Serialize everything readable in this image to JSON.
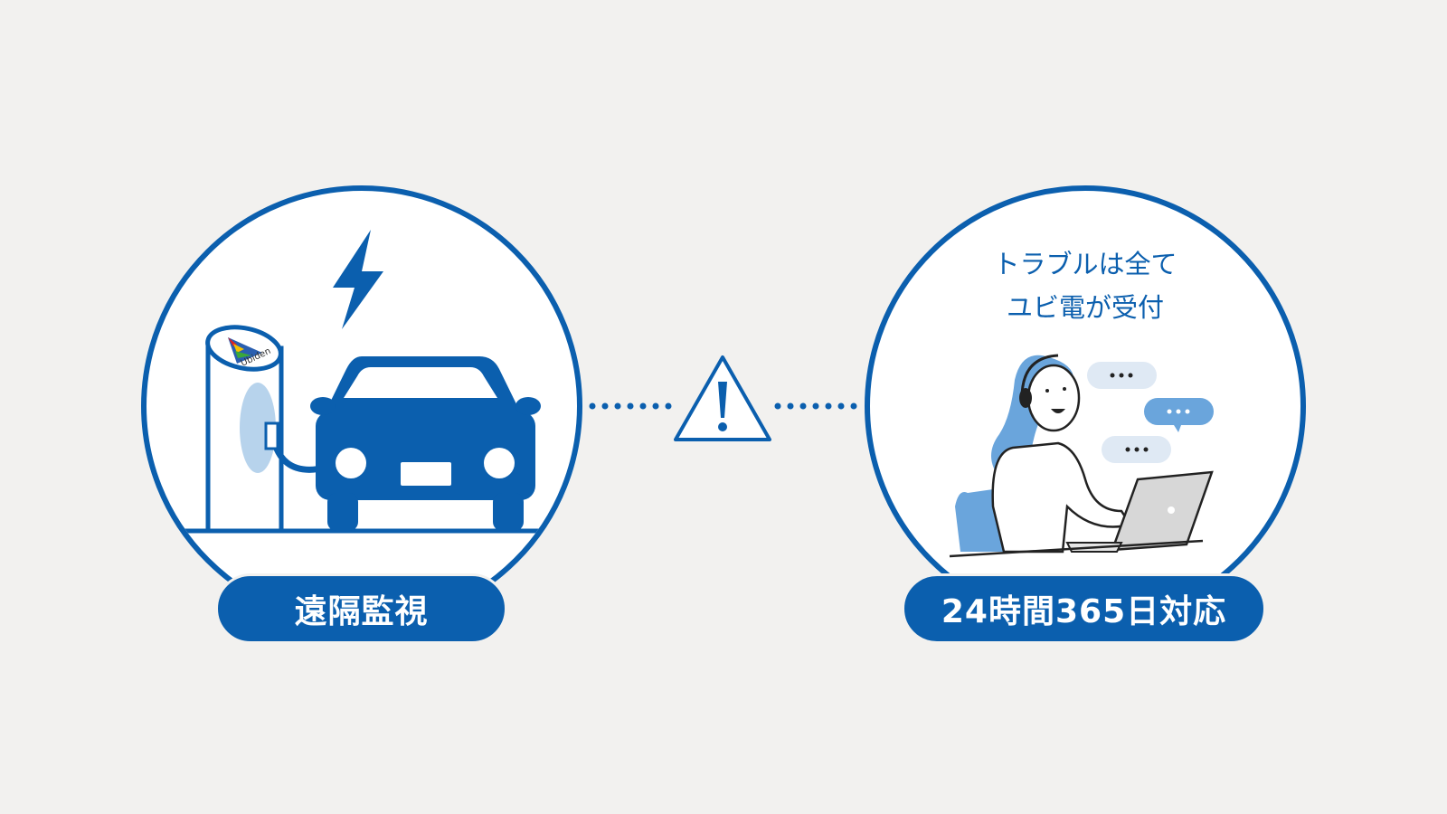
{
  "left_panel": {
    "label": "遠隔監視",
    "logo_text": "Ubiden"
  },
  "right_panel": {
    "label": "24時間365日対応",
    "caption_line1": "トラブルは全て",
    "caption_line2": "ユビ電が受付"
  },
  "colors": {
    "primary": "#0b5fae",
    "light_blue": "#6aa5dc",
    "background": "#f2f1ef"
  }
}
